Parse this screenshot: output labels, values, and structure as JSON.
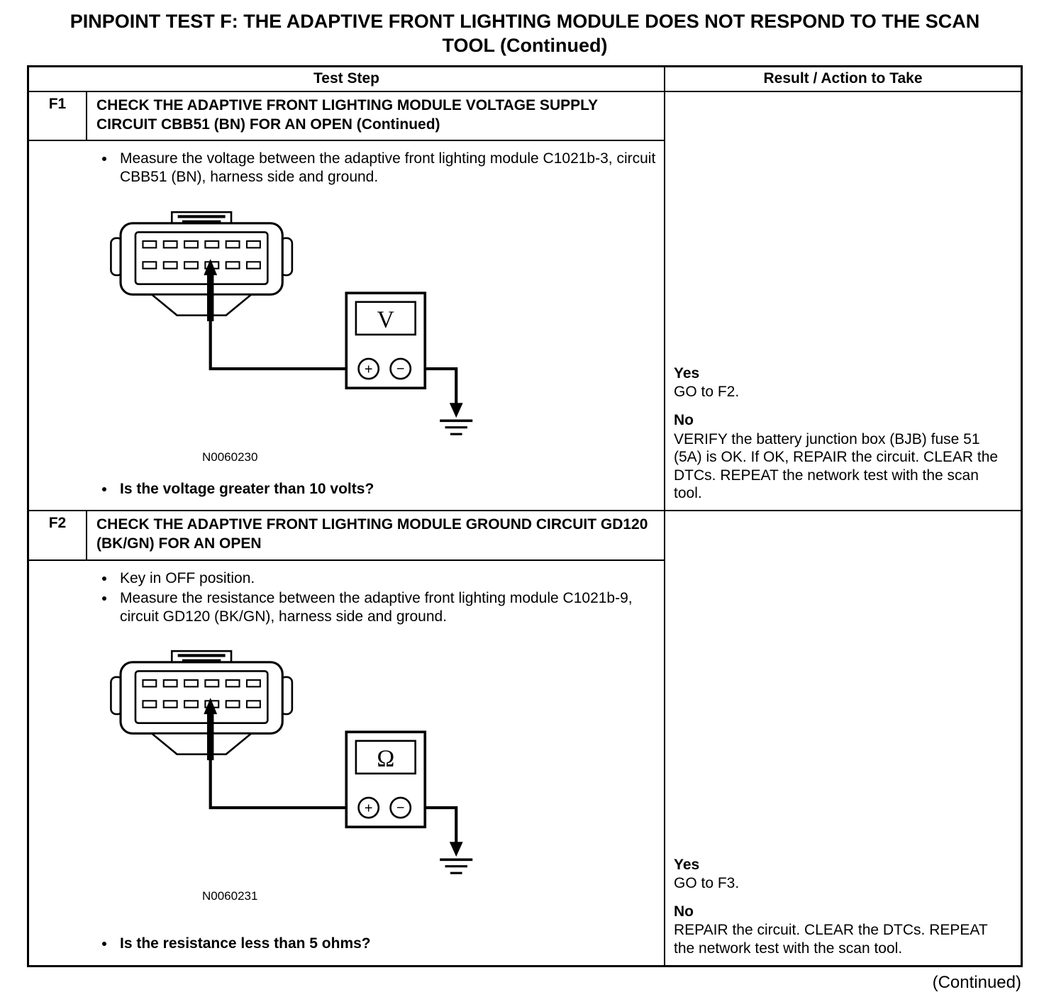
{
  "title": {
    "line1": "PINPOINT TEST  F: THE ADAPTIVE FRONT LIGHTING MODULE DOES NOT RESPOND TO THE SCAN",
    "line2": "TOOL (Continued)"
  },
  "table": {
    "headers": {
      "test_step": "Test Step",
      "result": "Result / Action to Take"
    }
  },
  "steps": [
    {
      "id": "F1",
      "title": "CHECK THE ADAPTIVE FRONT LIGHTING MODULE VOLTAGE SUPPLY CIRCUIT CBB51 (BN) FOR AN OPEN (Continued)",
      "bullets": [
        "Measure the voltage between the adaptive front lighting module C1021b-3, circuit CBB51 (BN), harness side and ground."
      ],
      "figure_label": "N0060230",
      "meter_symbol": "V",
      "question": "Is the voltage greater than 10 volts?",
      "yes_label": "Yes",
      "yes_action": "GO to F2.",
      "no_label": "No",
      "no_action": "VERIFY the battery junction box (BJB) fuse 51 (5A) is OK. If OK, REPAIR the circuit. CLEAR the DTCs. REPEAT the network test with the scan tool."
    },
    {
      "id": "F2",
      "title": "CHECK THE ADAPTIVE FRONT LIGHTING MODULE GROUND CIRCUIT GD120 (BK/GN) FOR AN OPEN",
      "bullets": [
        "Key in OFF position.",
        "Measure the resistance between the adaptive front lighting module C1021b-9, circuit GD120 (BK/GN), harness side and ground."
      ],
      "figure_label": "N0060231",
      "meter_symbol": "Ω",
      "question": "Is the resistance less than 5 ohms?",
      "yes_label": "Yes",
      "yes_action": "GO to F3.",
      "no_label": "No",
      "no_action": "REPAIR the circuit. CLEAR the DTCs. REPEAT the network test with the scan tool."
    }
  ],
  "diagram_symbols": {
    "plus": "+",
    "minus": "−"
  },
  "footer": {
    "continued": "(Continued)"
  }
}
